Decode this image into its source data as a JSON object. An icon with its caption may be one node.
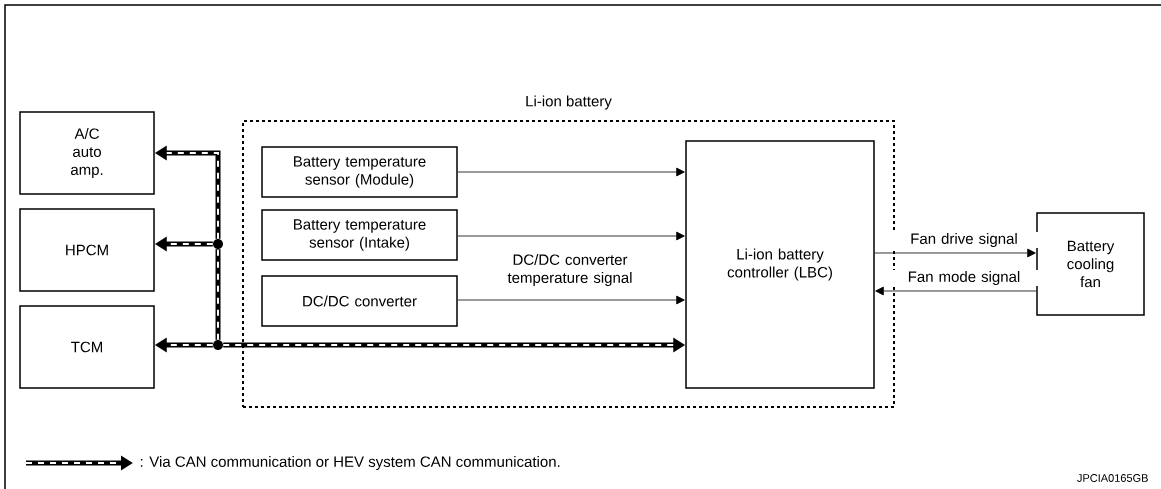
{
  "diagram": {
    "nodes": [
      {
        "text": [
          "Li-ion battery"
        ]
      },
      {
        "text": [
          "A/C auto amp."
        ]
      },
      {
        "text": [
          "HPCM"
        ]
      },
      {
        "text": [
          "TCM"
        ]
      },
      {
        "text": [
          "Battery temperature sensor (Module)"
        ],
        "in": 0
      },
      {
        "text": [
          "Battery temperature sensor (Intake)"
        ],
        "in": 0
      },
      {
        "text": [
          "DC/DC converter"
        ],
        "in": 0
      },
      {
        "text": [
          "Li-ion battery controller (LBC)"
        ],
        "in": 0
      },
      {
        "text": [
          "Battery cooling fan"
        ]
      },
      {
        "text": [],
        "shape": "circle"
      },
      {
        "text": [],
        "shape": "circle"
      }
    ],
    "edges": [
      {
        "from": 4,
        "to": 7,
        "arrow": "to"
      },
      {
        "from": 5,
        "to": 7,
        "arrow": "to"
      },
      {
        "from": 6,
        "to": 7,
        "arrow": "to",
        "label": "DC/DC converter temperature signal"
      },
      {
        "from": 7,
        "to": 8,
        "arrow": "to",
        "label": "Fan drive signal"
      },
      {
        "from": 8,
        "to": 7,
        "arrow": "to",
        "label": "Fan mode signal"
      },
      {
        "from": 10,
        "to": 7,
        "arrow": "to",
        "style": "thick"
      },
      {
        "from": 10,
        "to": 3,
        "arrow": "to",
        "style": "thick"
      },
      {
        "from": 10,
        "to": 9,
        "arrow": "none",
        "style": "thick"
      },
      {
        "from": 9,
        "to": 2,
        "arrow": "to",
        "style": "thick"
      },
      {
        "from": 9,
        "to": 1,
        "arrow": "to",
        "style": "thick"
      }
    ],
    "labels": [
      "JPCIA0165GB"
    ],
    "legend": [
      {
        "text": ": Via CAN communication or HEV system CAN communication."
      }
    ]
  }
}
